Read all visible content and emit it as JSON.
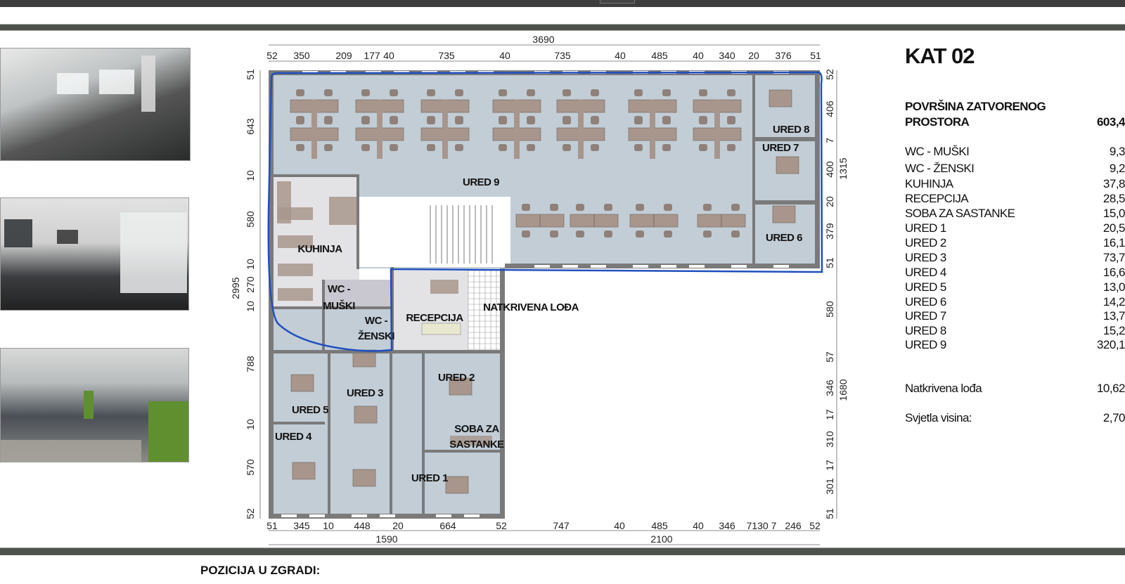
{
  "sheet": {
    "floor_title": "KAT 02",
    "area_heading_line1": "POVRŠINA ZATVORENOG",
    "area_heading_line2": "PROSTORA",
    "total_area": "603,4",
    "rooms": [
      {
        "name": "WC - MUŠKI",
        "area": "9,3"
      },
      {
        "name": "WC - ŽENSKI",
        "area": "9,2"
      },
      {
        "name": "KUHINJA",
        "area": "37,8"
      },
      {
        "name": "RECEPCIJA",
        "area": "28,5"
      },
      {
        "name": "SOBA ZA SASTANKE",
        "area": "15,0"
      },
      {
        "name": "URED 1",
        "area": "20,5"
      },
      {
        "name": "URED 2",
        "area": "16,1"
      },
      {
        "name": "URED 3",
        "area": "73,7"
      },
      {
        "name": "URED 4",
        "area": "16,6"
      },
      {
        "name": "URED 5",
        "area": "13,0"
      },
      {
        "name": "URED 6",
        "area": "14,2"
      },
      {
        "name": "URED 7",
        "area": "13,7"
      },
      {
        "name": "URED 8",
        "area": "15,2"
      },
      {
        "name": "URED 9",
        "area": "320,1"
      }
    ],
    "loggia_label": "Natkrivena lođa",
    "loggia_area": "10,62",
    "height_label": "Svjetla visina:",
    "height_value": "2,70",
    "position_heading": "POZICIJA U ZGRADI:"
  },
  "plan": {
    "room_labels": {
      "ured9": "URED 9",
      "ured8": "URED 8",
      "ured7": "URED 7",
      "ured6": "URED 6",
      "kuhinja": "KUHINJA",
      "wc_m1": "WC -",
      "wc_m2": "MUŠKI",
      "wc_z1": "WC -",
      "wc_z2": "ŽENSKI",
      "recepcija": "RECEPCIJA",
      "loda": "NATKRIVENA LOĐA",
      "ured2": "URED 2",
      "ured3": "URED 3",
      "ured5": "URED 5",
      "ured4": "URED 4",
      "soba1": "SOBA ZA",
      "soba2": "SASTANKE",
      "ured1": "URED 1"
    },
    "dimensions": {
      "top_total": "3690",
      "top": [
        "52",
        "350",
        "209",
        "177",
        "40",
        "735",
        "40",
        "735",
        "40",
        "485",
        "40",
        "340",
        "20",
        "376",
        "51"
      ],
      "bottom": [
        "51",
        "345",
        "10",
        "448",
        "20",
        "664",
        "52",
        "747",
        "40",
        "485",
        "40",
        "346",
        "7130 7",
        "246",
        "52"
      ],
      "bottom_totals": [
        "1590",
        "2100"
      ],
      "left_total": "2995",
      "left": [
        "51",
        "643",
        "10",
        "580",
        "10",
        "270",
        "10",
        "788",
        "10",
        "570",
        "52"
      ],
      "right_totals": [
        "1315",
        "1680"
      ],
      "right": [
        "52",
        "406",
        "7",
        "400",
        "20",
        "379",
        "51",
        "580",
        "57",
        "346",
        "17",
        "310",
        "17",
        "301",
        "51"
      ]
    },
    "colors": {
      "office": "#c2cdd6",
      "service": "#e3e3e6",
      "wc": "#c9c7cf",
      "wall": "#7a7a7a",
      "desk": "#a8968c",
      "outline": "#1f4fbf"
    }
  }
}
